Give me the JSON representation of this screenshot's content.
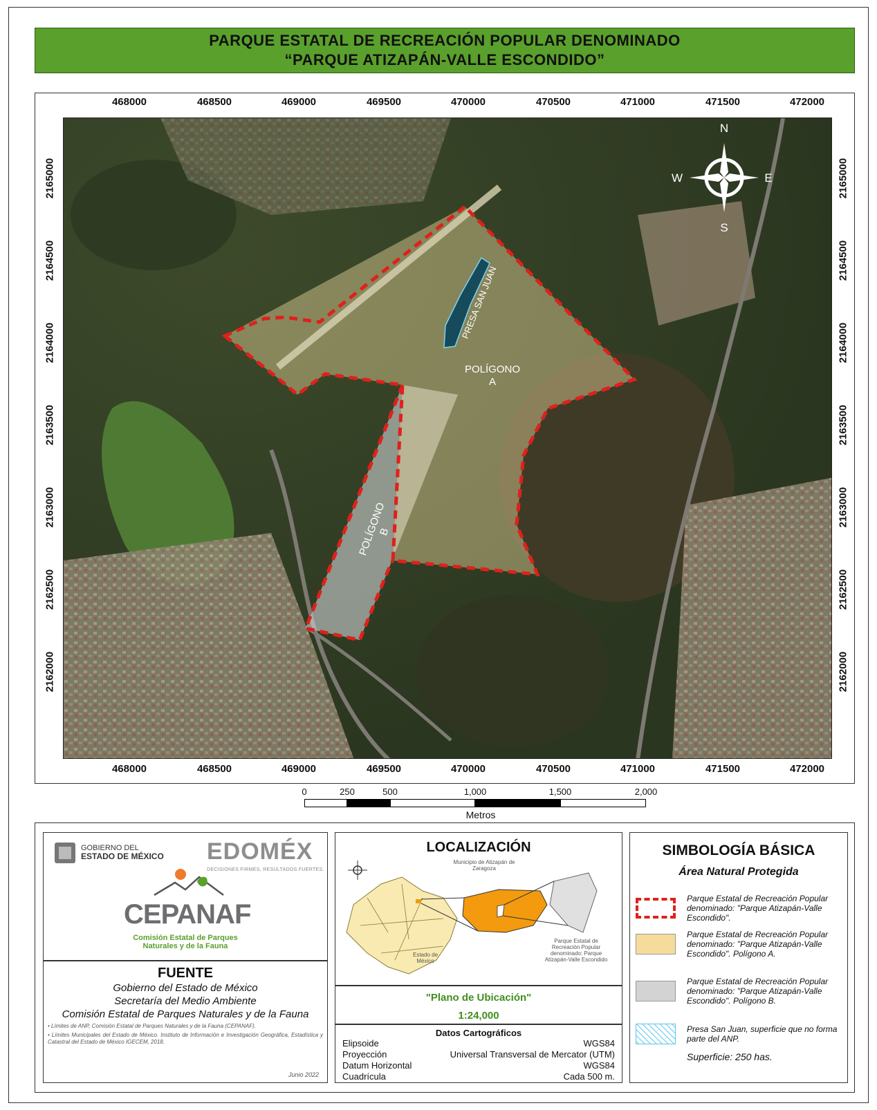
{
  "title": {
    "line1": "PARQUE ESTATAL DE RECREACIÓN POPULAR DENOMINADO",
    "line2": "“PARQUE ATIZAPÁN-VALLE ESCONDIDO”"
  },
  "grid": {
    "x_ticks": [
      "468000",
      "468500",
      "469000",
      "469500",
      "470000",
      "470500",
      "471000",
      "471500",
      "472000"
    ],
    "y_ticks": [
      "2165000",
      "2164500",
      "2164000",
      "2163500",
      "2163000",
      "2162500",
      "2162000"
    ]
  },
  "map_labels": {
    "polygon_a": [
      "POLÍGONO",
      "A"
    ],
    "polygon_b": [
      "POLÍGONO",
      "B"
    ],
    "presa": "PRESA SAN JUAN",
    "north": "N",
    "south": "S",
    "east": "E",
    "west": "W"
  },
  "scale_bar": {
    "ticks": [
      "0",
      "250",
      "500",
      "1,000",
      "1,500",
      "2,000"
    ],
    "units": "Metros"
  },
  "logos": {
    "gob_line1": "GOBIERNO DEL",
    "gob_line2": "ESTADO DE MÉXICO",
    "edomex": "EDOMÉX",
    "edomex_tagline": "DECISIONES FIRMES, RESULTADOS FUERTES.",
    "cepanaf": "CEPANAF",
    "cepanaf_line1": "Comisión Estatal de Parques",
    "cepanaf_line2": "Naturales y de la Fauna"
  },
  "fuente": {
    "title": "FUENTE",
    "lines": [
      "Gobierno del Estado de México",
      "Secretaría del Medio Ambiente",
      "Comisión Estatal de Parques Naturales y de la Fauna"
    ],
    "note1": "• Límites de ANP, Comisión Estatal de Parques Naturales y de la Fauna (CEPANAF).",
    "note2": "• Límites Municipales del Estado de México. Instituto de Información e Investigación Geográfica, Estadística y Catastral del Estado de México IGECEM, 2018.",
    "date": "Junio 2022"
  },
  "localizacion": {
    "title": "LOCALIZACIÓN",
    "municipio": "Municipio de Atizapán de Zaragoza",
    "estado": "Estado de México",
    "parque": "Parque Estatal de Recreación Popular denominado: Parque Atizapán-Valle Escondido"
  },
  "plano": {
    "title": "\"Plano de Ubicación\"",
    "scale": "1:24,000"
  },
  "datos": {
    "title": "Datos Cartográficos",
    "rows": [
      {
        "label": "Elipsoide",
        "value": "WGS84"
      },
      {
        "label": "Proyección",
        "value": "Universal Transversal de Mercator (UTM)"
      },
      {
        "label": "Datum Horizontal",
        "value": "WGS84"
      },
      {
        "label": "Cuadrícula",
        "value": "Cada 500 m."
      }
    ]
  },
  "simbologia": {
    "title": "SIMBOLOGÍA BÁSICA",
    "subtitle": "Área Natural Protegida",
    "items": [
      {
        "text": "Parque Estatal de Recreación Popular denominado: \"Parque Atizapán-Valle Escondido\"."
      },
      {
        "text": "Parque Estatal de Recreación Popular denominado: \"Parque Atizapán-Valle Escondido\". Polígono A."
      },
      {
        "text": "Parque Estatal de Recreación Popular denominado: \"Parque Atizapán-Valle Escondido\". Polígono B."
      },
      {
        "text": "Presa San Juan, superficie que no forma parte del ANP."
      }
    ],
    "area": "Superficie: 250 has."
  },
  "colors": {
    "title_bg": "#5aa02c",
    "boundary": "#e0201b",
    "polygon_a": "#f5dc9c",
    "polygon_b": "#d3d3d3",
    "presa": "#7fd3f0",
    "accent_green": "#3f8f1f",
    "municipio": "#f39a0e"
  }
}
